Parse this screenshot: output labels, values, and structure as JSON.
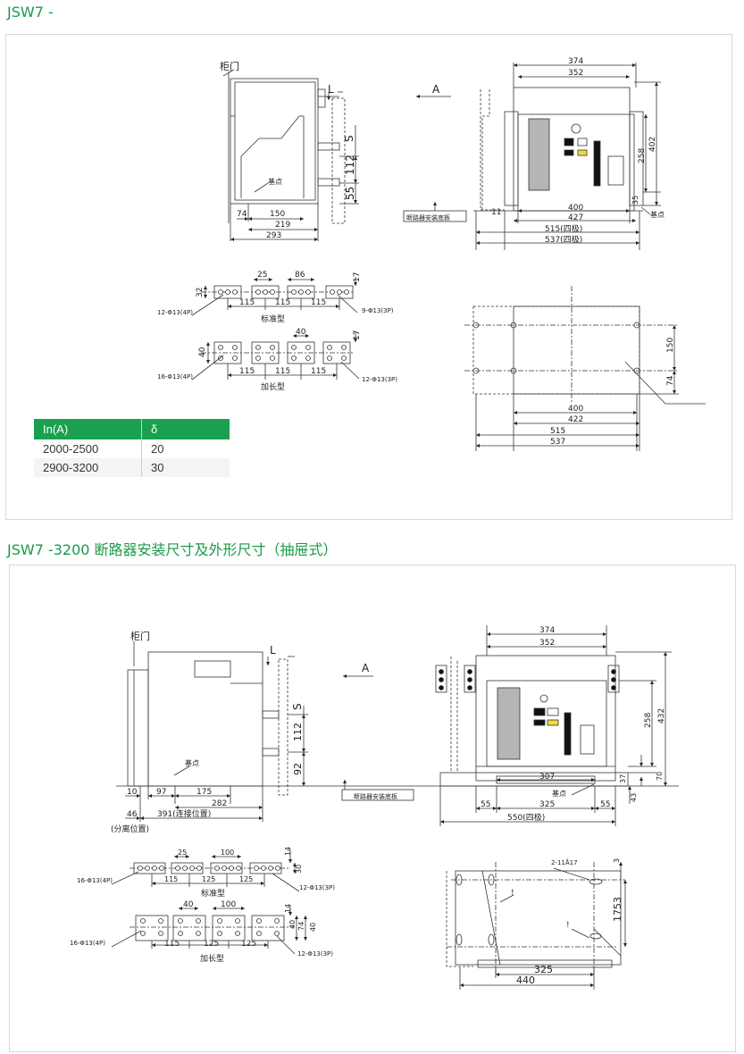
{
  "headings": {
    "top": "JSW7 -",
    "section2": "JSW7 -3200 断路器安装尺寸及外形尺寸（抽屉式）"
  },
  "colors": {
    "accent": "#1a9a4a",
    "table_header": "#1aa04e",
    "yellow": "#f2dc3c",
    "gray_panel": "#b5b5b5"
  },
  "diagram1": {
    "side": {
      "door": "柜门",
      "L": "L",
      "S": "S",
      "d112": "112",
      "d55": "55",
      "base": "基点",
      "d74": "74",
      "d150": "150",
      "d219": "219",
      "d293": "293"
    },
    "arrow_a": "A",
    "front": {
      "d374": "374",
      "d352": "352",
      "d402": "402",
      "d258": "258",
      "d35": "35",
      "base": "基点",
      "d11": "11",
      "mount": "断路器安装底板",
      "d400": "400",
      "d427": "427",
      "d515": "515(四极)",
      "d537": "537(四极)"
    },
    "std": {
      "d25": "25",
      "d86": "86",
      "d17": "17",
      "d32": "32",
      "d115a": "115",
      "d115b": "115",
      "d115c": "115",
      "hole_left": "12-Φ13(4P)",
      "hole_right": "9-Φ13(3P)",
      "name": "标准型"
    },
    "ext": {
      "d40top": "40",
      "d17": "17",
      "d40": "40",
      "d115a": "115",
      "d115b": "115",
      "d115c": "115",
      "hole_left": "16-Φ13(4P)",
      "hole_right": "12-Φ13(3P)",
      "name": "加长型"
    },
    "plate": {
      "d150": "150",
      "d74": "74",
      "d400": "400",
      "d422": "422",
      "d515": "515",
      "d537": "537"
    }
  },
  "table": {
    "headers": [
      "In(A)",
      "δ"
    ],
    "rows": [
      [
        "2000-2500",
        "20"
      ],
      [
        "2900-3200",
        "30"
      ]
    ]
  },
  "diagram2": {
    "side": {
      "door": "柜门",
      "L": "L",
      "S": "S",
      "d112": "112",
      "d92": "92",
      "base": "基点",
      "d10": "10",
      "d97": "97",
      "d175": "175",
      "d282": "282",
      "d46": "46",
      "d391": "391(连接位置)",
      "sep": "(分离位置)"
    },
    "arrow_a": "A",
    "mount": "断路器安装底板",
    "front": {
      "d374": "374",
      "d352": "352",
      "d432": "432",
      "d258": "258",
      "d37": "37",
      "d70": "70",
      "d43": "43",
      "d307": "307",
      "base": "基点",
      "d55a": "55",
      "d325": "325",
      "d55b": "55",
      "d550": "550(四极)"
    },
    "std": {
      "d25": "25",
      "d100": "100",
      "d14": "14",
      "d30": "30",
      "d115": "115",
      "d125a": "125",
      "d125b": "125",
      "hole_left": "16-Φ13(4P)",
      "hole_right": "12-Φ13(3P)",
      "name": "标准型"
    },
    "ext": {
      "d40a": "40",
      "d100": "100",
      "d14": "14",
      "d40b": "40",
      "d74": "74",
      "d40c": "40",
      "d115": "115",
      "d125a": "125",
      "d125b": "125",
      "hole_left": "16-Φ13(4P)",
      "hole_right": "12-Φ13(3P)",
      "name": "加长型"
    },
    "plate": {
      "slot": "2-11Å17",
      "d3": "3",
      "d1753": "1753",
      "mark1": "!",
      "mark2": "!",
      "d325": "325",
      "d440": "440"
    }
  }
}
